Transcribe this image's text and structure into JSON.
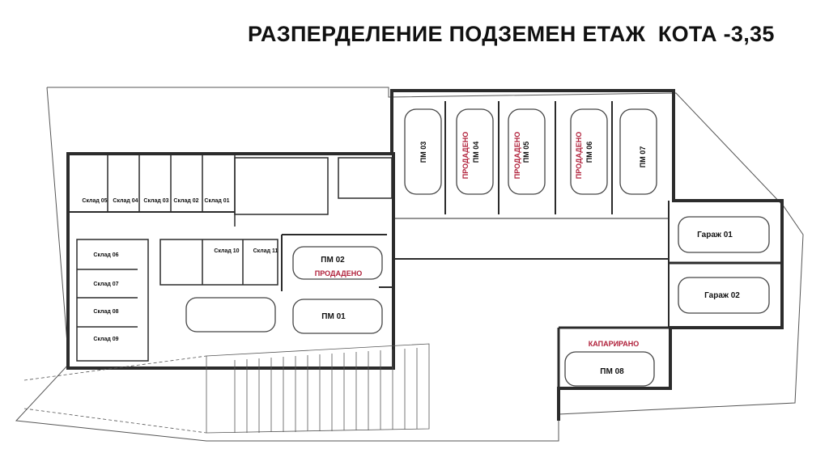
{
  "title": "РАЗПЕРДЕЛЕНИЕ ПОДЗЕМЕН ЕТАЖ  КОТА -3,35",
  "colors": {
    "wall": "#2b2b2b",
    "line": "#555555",
    "sold": "#b0203a",
    "background": "#ffffff"
  },
  "storage_top": [
    "Склад 05",
    "Склад 04",
    "Склад 03",
    "Склад 02",
    "Склад 01"
  ],
  "storage_left": [
    "Склад 06",
    "Склад 07",
    "Склад 08",
    "Склад 09"
  ],
  "storage_mid": [
    "Склад 10",
    "Склад 11"
  ],
  "parking_top": [
    "ПМ 03",
    "ПМ 04",
    "ПМ 05",
    "ПМ 06",
    "ПМ 07"
  ],
  "parking_mid": [
    "ПМ 02",
    "ПМ 01"
  ],
  "garages": [
    "Гараж 01",
    "Гараж 02"
  ],
  "parking_right": "ПМ 08",
  "status": {
    "sold": "ПРОДАДЕНО",
    "reserved": "КАПАРИРАНО"
  }
}
